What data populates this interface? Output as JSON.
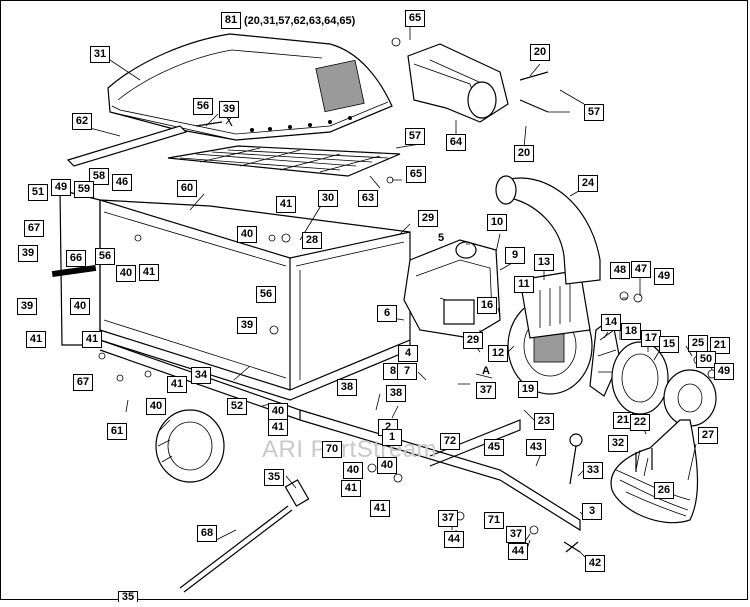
{
  "watermark": "ARI PartStream",
  "assembly": {
    "number": "81",
    "note": "(20,31,57,62,63,64,65)"
  },
  "point_label": "A",
  "callouts": {
    "c65a": "65",
    "c20a": "20",
    "c31": "31",
    "c56a": "56",
    "c39a": "39",
    "c62": "62",
    "c57a": "57",
    "c64": "64",
    "c20b": "20",
    "c57b": "57",
    "c65b": "65",
    "c63": "63",
    "c24": "24",
    "c51": "51",
    "c49a": "49",
    "c58": "58",
    "c59": "59",
    "c46": "46",
    "c60": "60",
    "c30": "30",
    "c41a": "41",
    "c29a": "29",
    "c10": "10",
    "c5": "5",
    "c67a": "67",
    "c66": "66",
    "c56b": "56",
    "c40a": "40",
    "c41b": "41",
    "c28": "28",
    "c39b": "39",
    "c40b": "40",
    "c9": "9",
    "c13": "13",
    "c48": "48",
    "c47": "47",
    "c49b": "49",
    "c11": "11",
    "c39c": "39",
    "c40c": "40",
    "c56c": "56",
    "c6": "6",
    "c16": "16",
    "c41c": "41",
    "c39d": "39",
    "c29b": "29",
    "c14": "14",
    "c18": "18",
    "c17": "17",
    "c15": "15",
    "c25": "25",
    "c21a": "21",
    "c50": "50",
    "c41d": "41",
    "c12": "12",
    "c4": "4",
    "c49c": "49",
    "c67b": "67",
    "c34": "34",
    "c41e": "41",
    "c8": "8",
    "c7": "7",
    "c19": "19",
    "c37a": "37",
    "c38a": "38",
    "c38b": "38",
    "c40d": "40",
    "c52": "52",
    "c40e": "40",
    "c41f": "41",
    "c23": "23",
    "c21b": "21",
    "c22": "22",
    "c61": "61",
    "c2": "2",
    "c1": "1",
    "c72": "72",
    "c45": "45",
    "c32": "32",
    "c70": "70",
    "c43": "43",
    "c33": "33",
    "c40f": "40",
    "c40g": "40",
    "c26": "26",
    "c41g": "41",
    "c41h": "41",
    "c35a": "35",
    "c37b": "37",
    "c37c": "37",
    "c71": "71",
    "c3": "3",
    "c68": "68",
    "c44a": "44",
    "c44b": "44",
    "c42": "42",
    "c35b": "35",
    "c27": "27"
  }
}
